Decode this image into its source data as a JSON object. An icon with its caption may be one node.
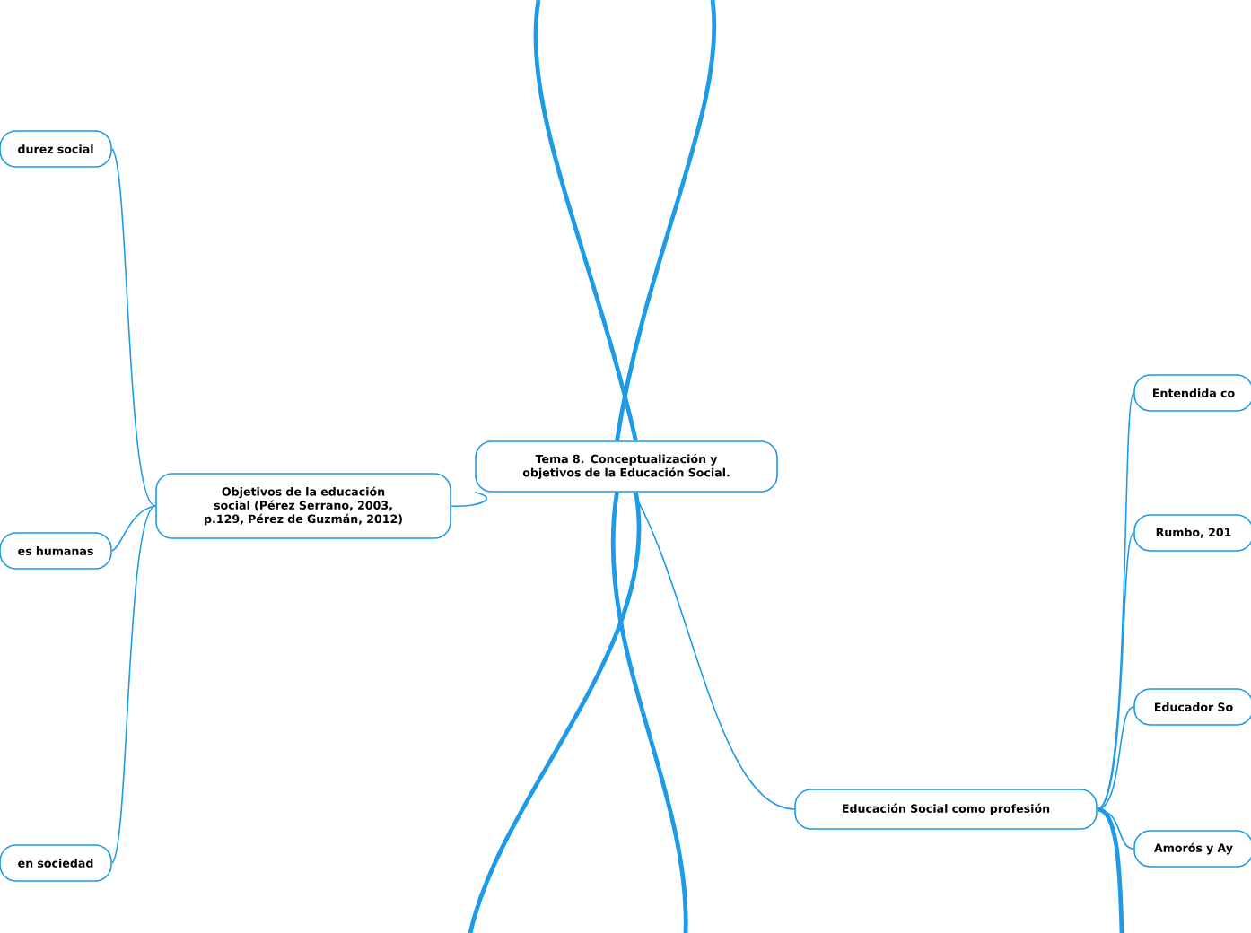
{
  "diagram": {
    "nodes": [
      {
        "text": [
          "Tema 8. Conceptualización y objetivos de la Educación Social."
        ]
      },
      {
        "text": [
          "Objetivos de la educación social (Pérez Serrano, 2003, p.129, Pérez de Guzmán, 2012)"
        ]
      },
      {
        "text": [
          "durez social"
        ]
      },
      {
        "text": [
          "es humanas"
        ]
      },
      {
        "text": [
          "en sociedad"
        ]
      },
      {
        "text": [
          "Educación Social como profesión"
        ]
      },
      {
        "text": [
          "Entendida co"
        ]
      },
      {
        "text": [
          "Rumbo, 201"
        ]
      },
      {
        "text": [
          "Educador So"
        ]
      },
      {
        "text": [
          "Amorós y Ay"
        ]
      }
    ],
    "edges": [
      {
        "from": 0,
        "to": 1,
        "arrow": "none"
      },
      {
        "from": 1,
        "to": 2,
        "arrow": "none"
      },
      {
        "from": 1,
        "to": 3,
        "arrow": "none"
      },
      {
        "from": 1,
        "to": 4,
        "arrow": "none"
      },
      {
        "from": 0,
        "to": 5,
        "arrow": "none"
      },
      {
        "from": 5,
        "to": 6,
        "arrow": "none"
      },
      {
        "from": 5,
        "to": 7,
        "arrow": "none"
      },
      {
        "from": 5,
        "to": 8,
        "arrow": "none"
      },
      {
        "from": 5,
        "to": 9,
        "arrow": "none"
      },
      {
        "from": 0,
        "to": null,
        "arrow": "none",
        "style": "thick"
      },
      {
        "from": 0,
        "to": null,
        "arrow": "none",
        "style": "thick"
      },
      {
        "from": 0,
        "to": null,
        "arrow": "none",
        "style": "thick"
      },
      {
        "from": 0,
        "to": null,
        "arrow": "none",
        "style": "thick"
      },
      {
        "from": 5,
        "to": null,
        "arrow": "none",
        "style": "thick"
      }
    ]
  }
}
